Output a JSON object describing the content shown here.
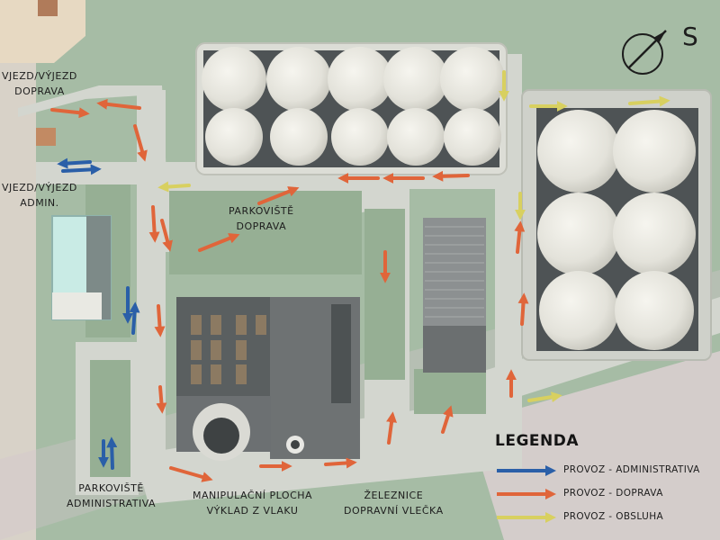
{
  "labels": {
    "entry_transport": [
      "VJEZD/VÝJEZD",
      "DOPRAVA"
    ],
    "entry_admin": [
      "VJEZD/VÝJEZD",
      "ADMIN."
    ],
    "parking_transport": [
      "PARKOVIŠTĚ",
      "DOPRAVA"
    ],
    "parking_admin": [
      "PARKOVIŠTĚ",
      "ADMINISTRATIVA"
    ],
    "handling_area": [
      "MANIPULAČNÍ PLOCHA",
      "VÝKLAD Z VLAKU"
    ],
    "railway": [
      "ŽELEZNICE",
      "DOPRAVNÍ VLEČKA"
    ]
  },
  "compass": {
    "letter": "S"
  },
  "legend": {
    "title": "LEGENDA",
    "items": [
      {
        "label": "PROVOZ - ADMINISTRATIVA",
        "color": "#2a5fa8"
      },
      {
        "label": "PROVOZ - DOPRAVA",
        "color": "#e0653a"
      },
      {
        "label": "PROVOZ - OBSLUHA",
        "color": "#d8d060"
      }
    ]
  },
  "colors": {
    "grass": "#9fb59e",
    "road": "#d3d6cf",
    "silo": "#ecebe5",
    "admin_arrow": "#2a5fa8",
    "transport_arrow": "#e0653a",
    "service_arrow": "#d8d060"
  }
}
